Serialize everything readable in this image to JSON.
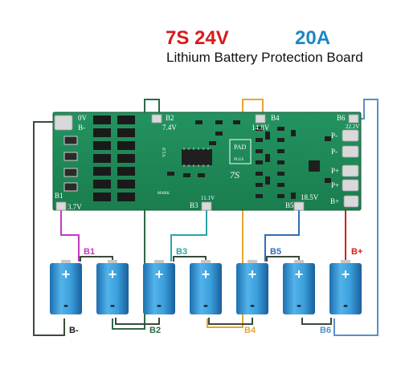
{
  "header": {
    "title_main": "7S 24V",
    "title_current": "20A",
    "subtitle": "Lithium Battery Protection Board"
  },
  "board": {
    "pads": {
      "zero_v": "0V",
      "b_minus": "B-",
      "b2": "B2",
      "b2_voltage": "7.4V",
      "b4": "B4",
      "b4_voltage": "14.8V",
      "b6": "B6",
      "b6_voltage": "22.2V",
      "b1": "B1",
      "b1_voltage": "3.7V",
      "b3": "B3",
      "b3_voltage": "11.1V",
      "b5": "B5",
      "b5_voltage": "18.5V",
      "p_minus_1": "P-",
      "p_minus_2": "P-",
      "p_plus_1": "P+",
      "p_plus_2": "P+",
      "b_plus": "B+"
    },
    "silk": {
      "pad": "PAD",
      "plus": "PLUS",
      "model": "7S",
      "mark": "MARK",
      "rev": "V1.0"
    }
  },
  "wire_labels": {
    "b1": "B1",
    "b3": "B3",
    "b5": "B5",
    "b_plus": "B+",
    "b_minus": "B-",
    "b2": "B2",
    "b4": "B4",
    "b6": "B6"
  },
  "cells": {
    "plus_symbol": "+",
    "minus_symbol": "-",
    "count": 7
  },
  "colors": {
    "title_red": "#d7191c",
    "title_blue": "#1b86c8",
    "pcb_green": "#1e8c57",
    "wire_b1": "#c03ac0",
    "wire_b3": "#2aa6a6",
    "wire_b5": "#2f6fb5",
    "wire_bplus": "#d42020",
    "wire_b4": "#e6a632",
    "wire_b6": "#5a8fc8",
    "wire_dark": "#3a4a3a",
    "cell_blue": "#2b8fd0"
  }
}
